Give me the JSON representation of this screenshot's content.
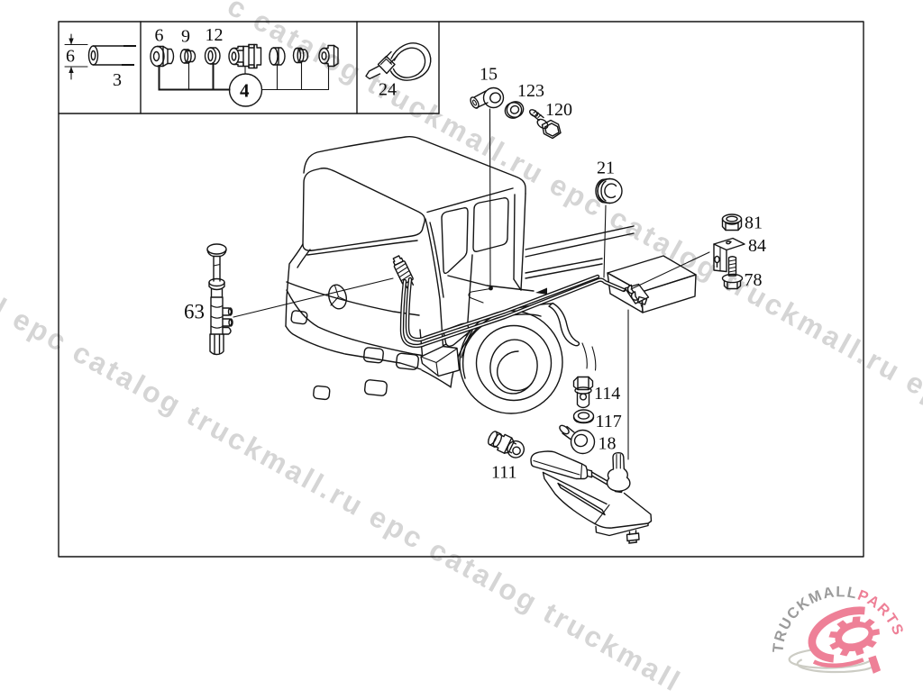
{
  "page": {
    "background": "#ffffff",
    "line_color": "#141414"
  },
  "watermark": {
    "text": "truckmall.ru epc catalog",
    "line1": "c catalog truckmall.ru epc catalog truckmall.ru epc",
    "line2": "l epc catalog truckmall.ru epc catalog truckmall",
    "color": "#d7d7d7"
  },
  "logo": {
    "brand_gray": "TRUCKMALL",
    "brand_pink": "PARTS",
    "gray_color": "#9b9b9b",
    "pink_color": "#ee8097"
  },
  "legend": {
    "tube_box": {
      "dimension": "6",
      "part_label": "3"
    },
    "fitting_box": {
      "part_labels": [
        "6",
        "9",
        "12"
      ],
      "group_label": "4"
    },
    "clamp_box": {
      "part_label": "24"
    }
  },
  "callouts": {
    "p15": "15",
    "p123": "123",
    "p120": "120",
    "p21": "21",
    "p81": "81",
    "p84": "84",
    "p78": "78",
    "p63": "63",
    "p114": "114",
    "p117": "117",
    "p18": "18",
    "p111": "111"
  }
}
